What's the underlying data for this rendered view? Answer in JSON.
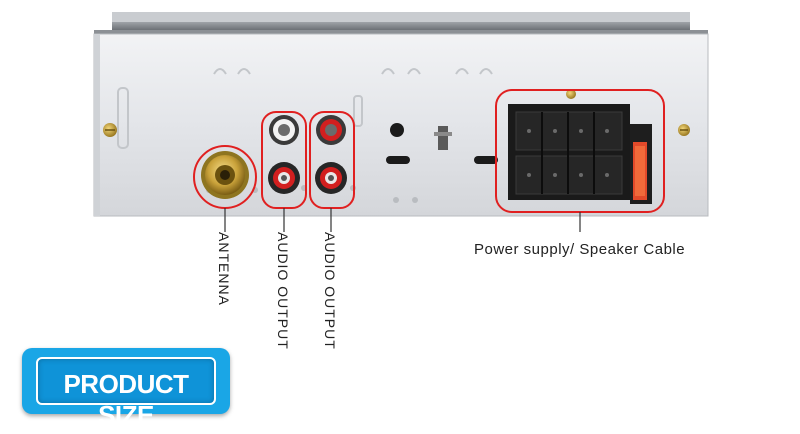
{
  "labels": {
    "antenna": "ANTENNA",
    "audio_output_1": "AUDIO OUTPUT",
    "audio_output_2": "AUDIO OUTPUT",
    "power": "Power supply/ Speaker Cable"
  },
  "banner": {
    "text": "PRODUCT SIZE"
  },
  "colors": {
    "highlight_ring": "#e02020",
    "banner_blue": "#1aa6e6",
    "panel_metal": "#e4e6ea",
    "connector_black": "#1a1a1a"
  }
}
